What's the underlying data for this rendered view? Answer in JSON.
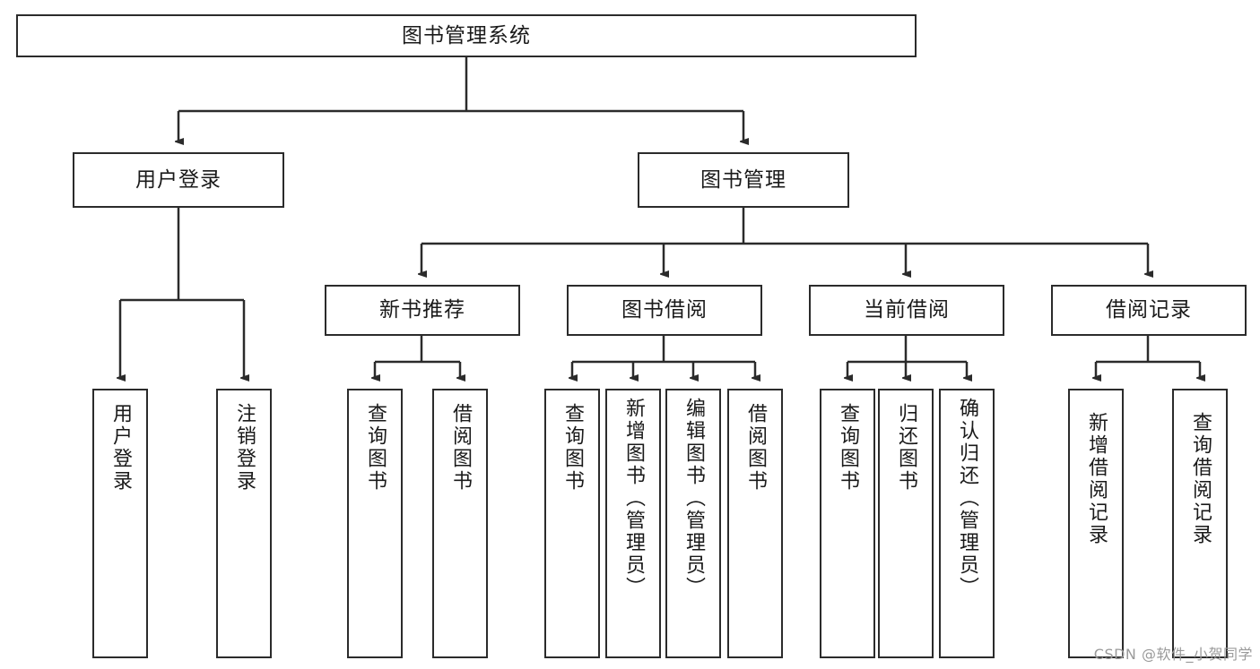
{
  "diagram": {
    "title": "图书管理系统",
    "type": "tree-hierarchy-chart",
    "orientation": "top-down"
  },
  "root": {
    "label": "图书管理系统"
  },
  "level2": [
    {
      "label": "用户登录"
    },
    {
      "label": "图书管理"
    }
  ],
  "level3": [
    {
      "label": "新书推荐"
    },
    {
      "label": "图书借阅"
    },
    {
      "label": "当前借阅"
    },
    {
      "label": "借阅记录"
    }
  ],
  "leaves": {
    "user_login": [
      {
        "label": "用户登录"
      },
      {
        "label": "注销登录"
      }
    ],
    "new_book": [
      {
        "label": "查询图书"
      },
      {
        "label": "借阅图书"
      }
    ],
    "book_borrow": [
      {
        "label": "查询图书"
      },
      {
        "label": "新增图书（管理员）"
      },
      {
        "label": "编辑图书（管理员）"
      },
      {
        "label": "借阅图书"
      }
    ],
    "current_borrow": [
      {
        "label": "查询图书"
      },
      {
        "label": "归还图书"
      },
      {
        "label": "确认归还（管理员）"
      }
    ],
    "borrow_record": [
      {
        "label": "新增借阅记录"
      },
      {
        "label": "查询借阅记录"
      }
    ]
  },
  "watermark": {
    "text": "CSDN @软件_小贺同学"
  },
  "colors": {
    "stroke": "#2b2b2b",
    "background": "#ffffff",
    "text": "#1a1a1a",
    "watermark": "#9a9a9a"
  }
}
